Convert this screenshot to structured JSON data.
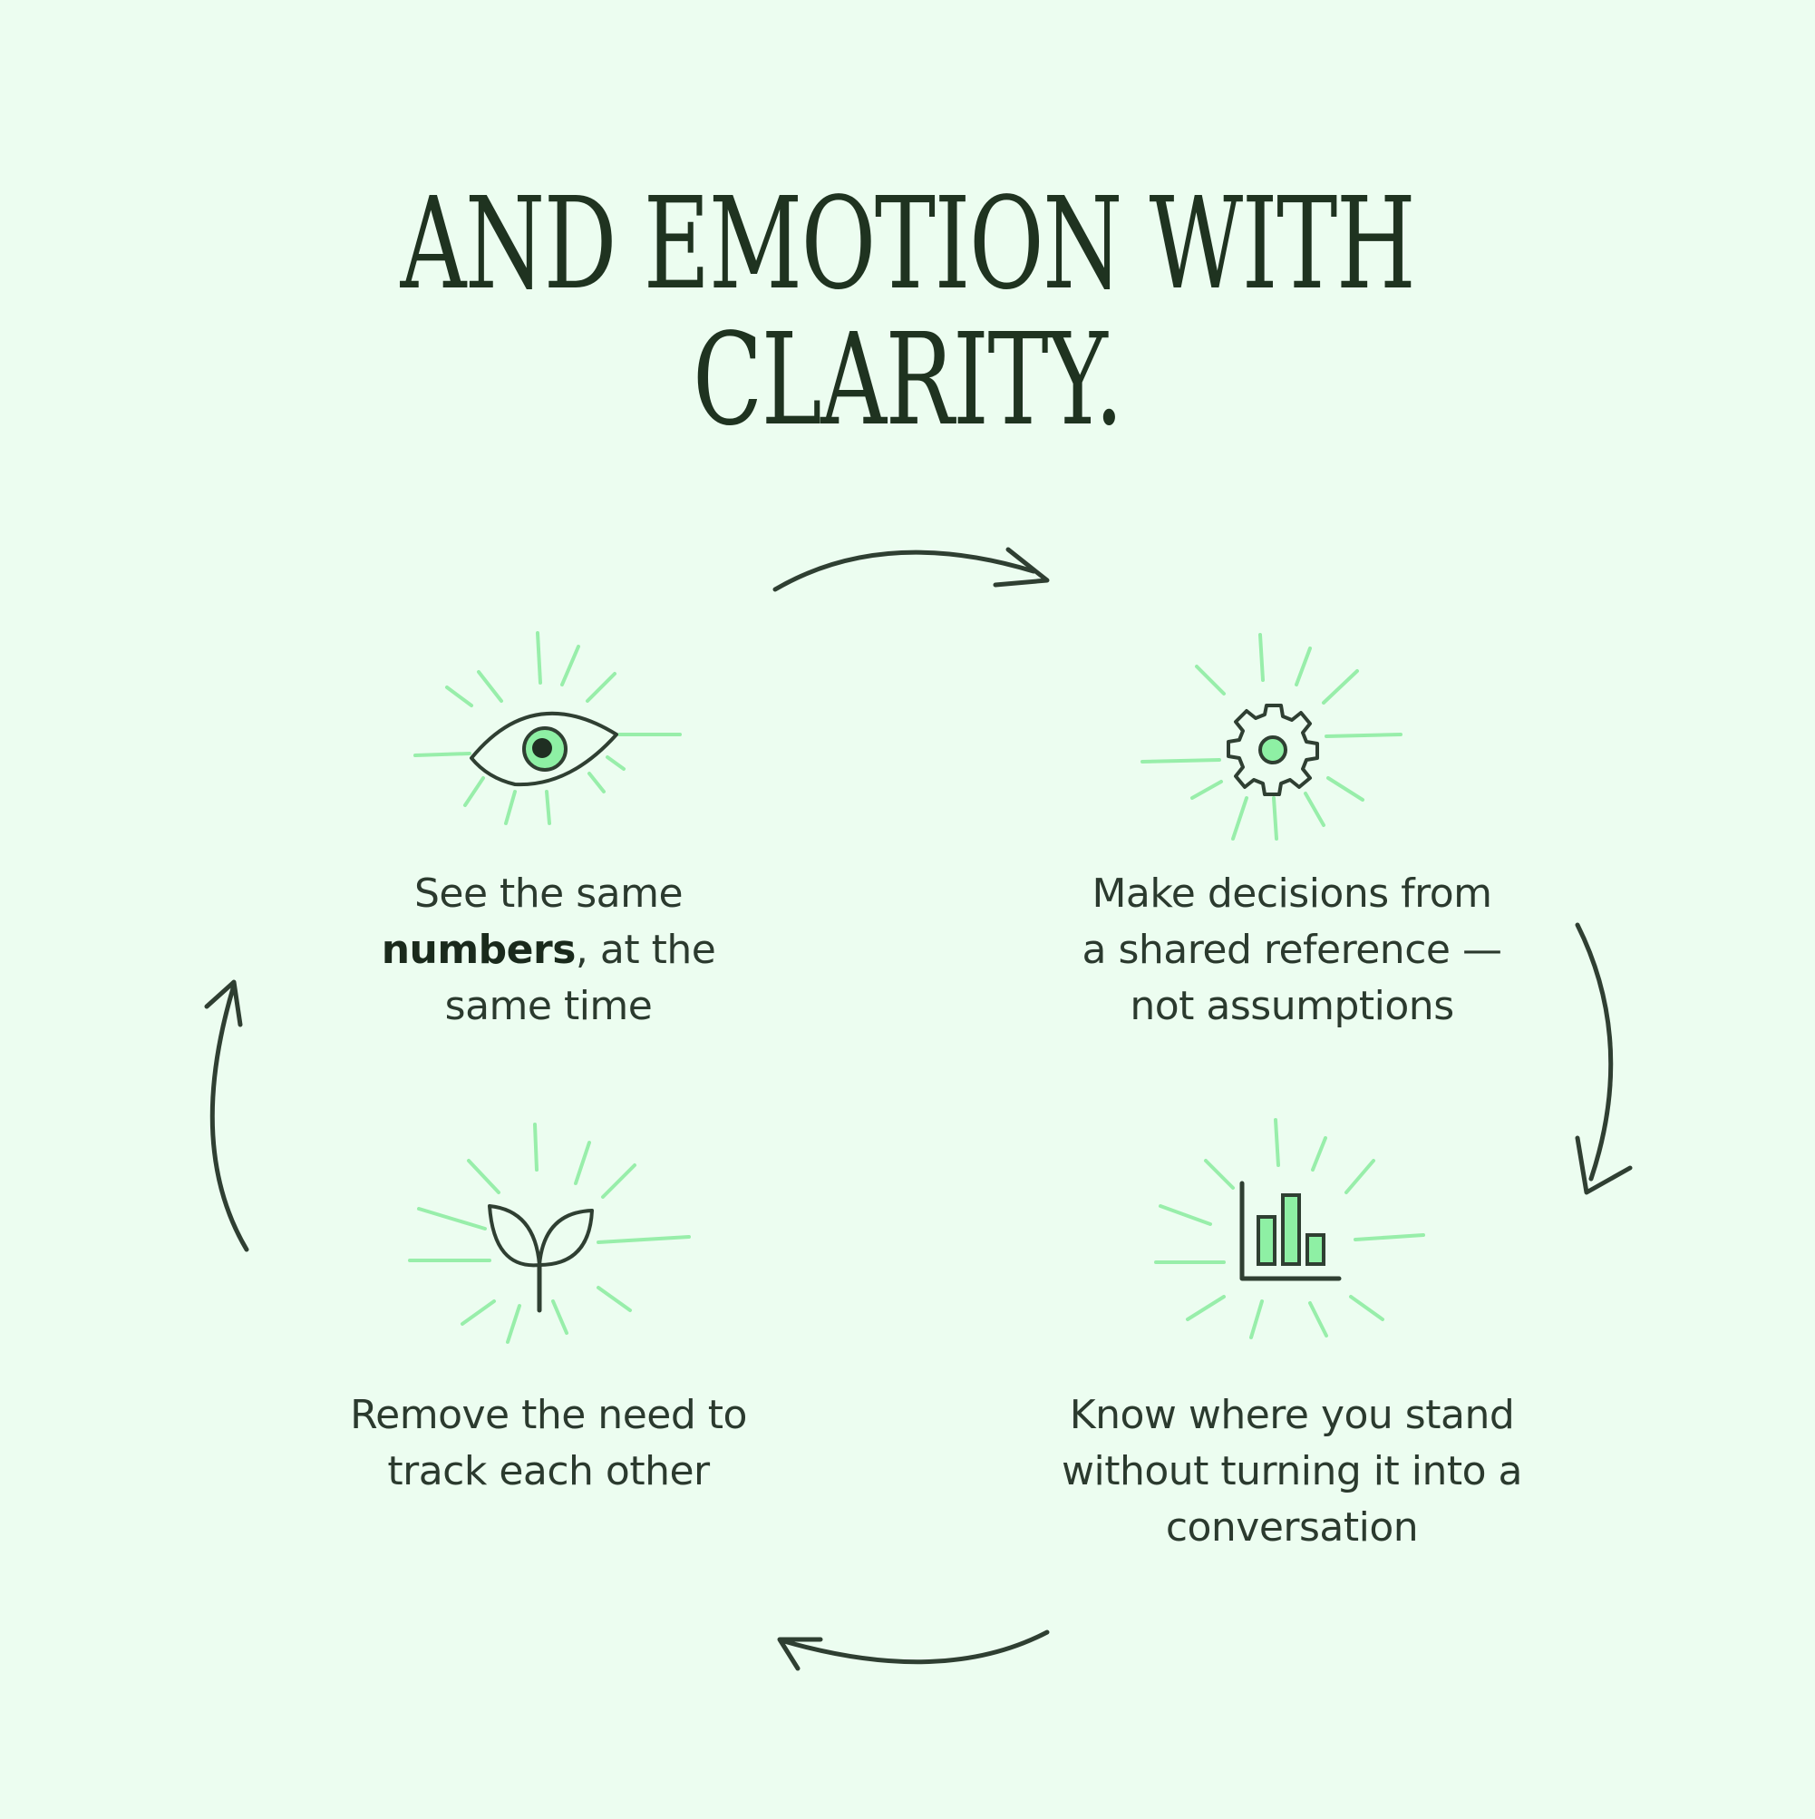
{
  "title": "AND EMOTION WITH CLARITY.",
  "steps": [
    {
      "icon": "eye-icon",
      "line1": "See the same",
      "line2_bold": "numbers",
      "line2_rest": ", at the",
      "line3": "same time"
    },
    {
      "icon": "gear-icon",
      "line1": "Make decisions from",
      "line2": "a shared reference —",
      "line3": "not assumptions"
    },
    {
      "icon": "bar-chart-icon",
      "line1": "Know where you stand",
      "line2": "without turning it into a",
      "line3": "conversation"
    },
    {
      "icon": "sprout-icon",
      "line1": "Remove the need to",
      "line2": "track each other"
    }
  ],
  "colors": {
    "background": "#ecfdf0",
    "ink": "#2b3a2e",
    "accent": "#8ef0a4",
    "ray": "#98eeaa"
  }
}
